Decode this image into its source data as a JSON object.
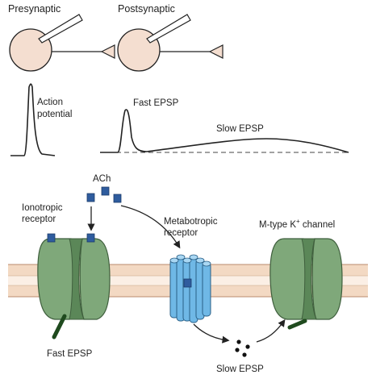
{
  "top": {
    "presynaptic_label": "Presynaptic",
    "postsynaptic_label": "Postsynaptic"
  },
  "traces": {
    "action_potential_label": [
      "Action",
      "potential"
    ],
    "fast_epsp_label": "Fast EPSP",
    "slow_epsp_label": "Slow EPSP"
  },
  "bottom": {
    "ach_label": "ACh",
    "ionotropic_label": [
      "Ionotropic",
      "receptor"
    ],
    "metabotropic_label": [
      "Metabotropic",
      "receptor"
    ],
    "mtype_label_prefix": "M-type K",
    "mtype_label_sup": "+",
    "mtype_label_suffix": " channel",
    "fast_epsp_label": "Fast EPSP",
    "slow_epsp_label": "Slow EPSP"
  },
  "colors": {
    "membrane": "#f3d9c3",
    "membrane_line": "#b98a6c",
    "cell_body": "#f4ded0",
    "channel": "#7fa87a",
    "channel_dark": "#5b8758",
    "ach": "#2f5c9e",
    "metabotropic": "#6fb8e6",
    "trace": "#222222"
  }
}
